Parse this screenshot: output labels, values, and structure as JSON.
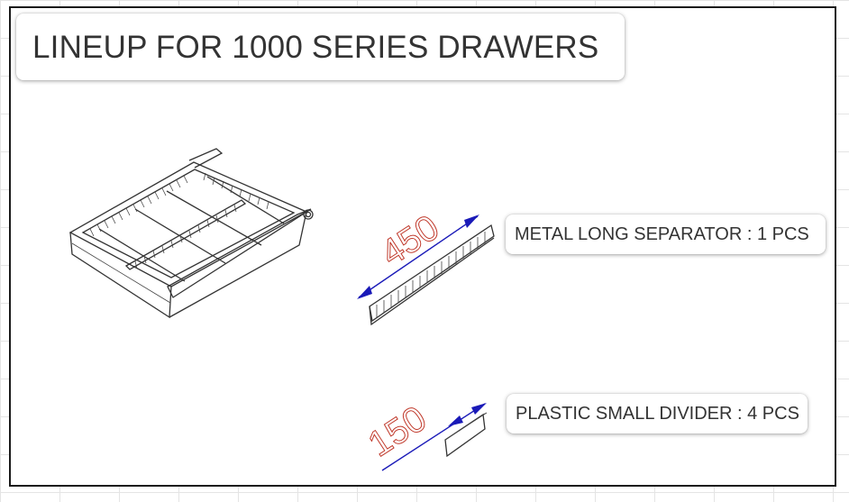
{
  "title": "LINEUP FOR 1000 SERIES DRAWERS",
  "items": [
    {
      "label": "METAL LONG SEPARATOR : 1 PCS",
      "dimension": "450"
    },
    {
      "label": "PLASTIC SMALL DIVIDER : 4 PCS",
      "dimension": "150"
    }
  ],
  "colors": {
    "dimension_line": "#1a1ab8",
    "dimension_text": "#c0392b",
    "outline": "#333333"
  }
}
